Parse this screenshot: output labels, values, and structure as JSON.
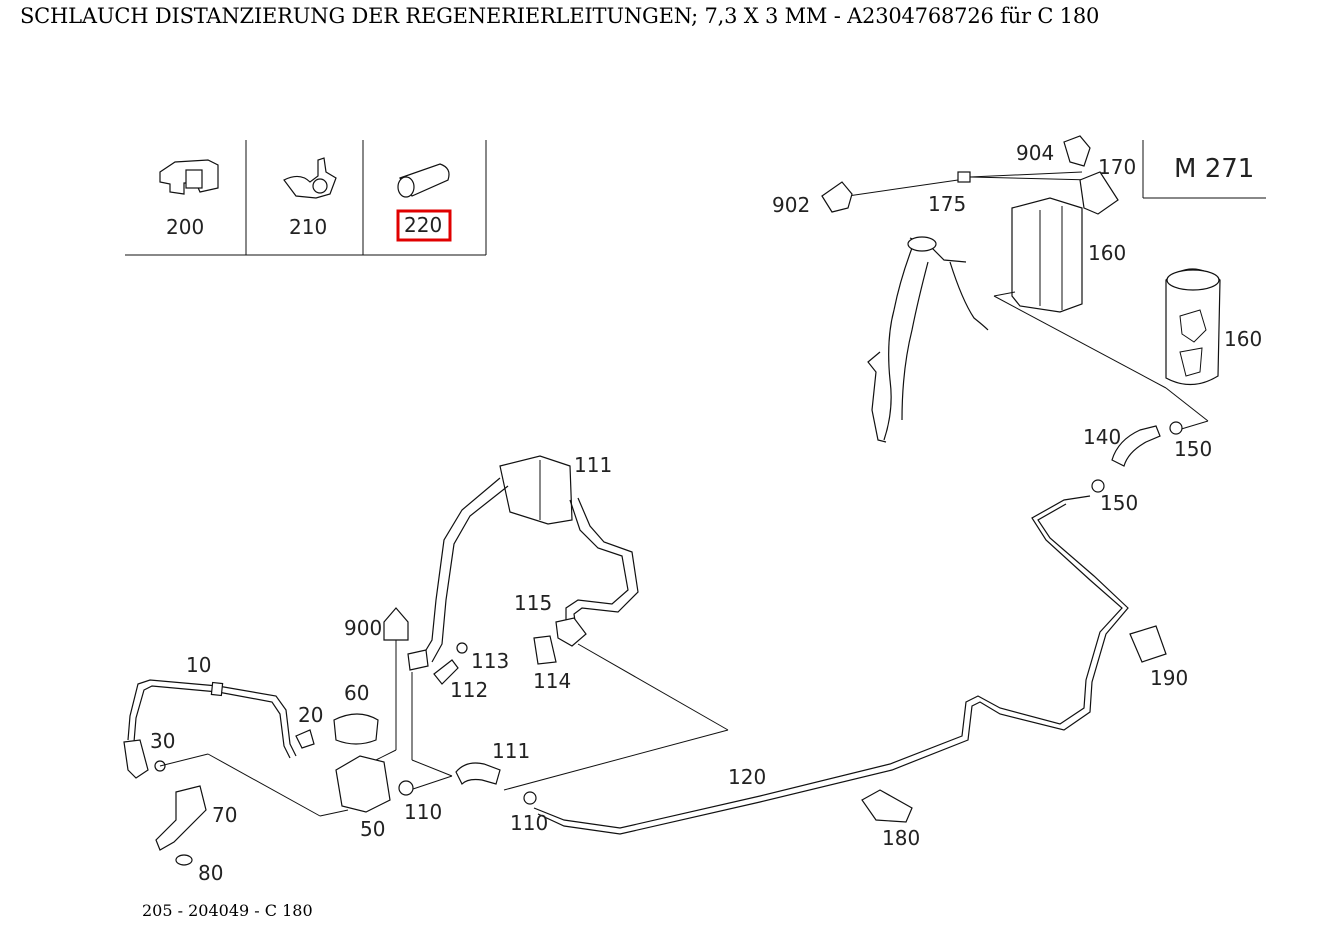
{
  "header": {
    "title": "SCHLAUCH DISTANZIERUNG DER REGENERIERLEITUNGEN; 7,3 X 3 MM - A2304768726 für C 180"
  },
  "footer": {
    "reference": "205 - 204049 - C 180"
  },
  "legend": {
    "items": [
      {
        "label": "200"
      },
      {
        "label": "210"
      },
      {
        "label": "220",
        "highlighted": true
      }
    ]
  },
  "engine_box": {
    "label": "M 271"
  },
  "callouts": {
    "c10": "10",
    "c20": "20",
    "c30": "30",
    "c50": "50",
    "c60": "60",
    "c70": "70",
    "c80": "80",
    "c110a": "110",
    "c110b": "110",
    "c111a": "111",
    "c111b": "111",
    "c112": "112",
    "c113": "113",
    "c114": "114",
    "c115": "115",
    "c120": "120",
    "c140": "140",
    "c150a": "150",
    "c150b": "150",
    "c160a": "160",
    "c160b": "160",
    "c170": "170",
    "c175": "175",
    "c180": "180",
    "c190": "190",
    "c900": "900",
    "c902": "902",
    "c904": "904"
  },
  "colors": {
    "highlight": "#e00000",
    "ink": "#111111"
  }
}
